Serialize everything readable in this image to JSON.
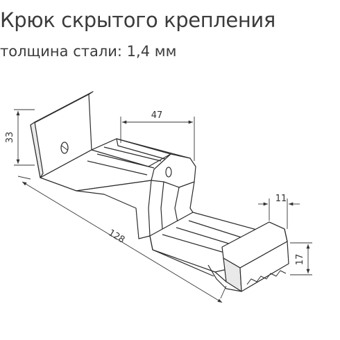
{
  "header": {
    "title": "Крюк скрытого крепления",
    "subtitle": "толщина стали: 1,4 мм"
  },
  "dimensions": {
    "height_back": "33",
    "width_top": "47",
    "length_total": "128",
    "tip_width": "11",
    "tip_height": "17"
  },
  "colors": {
    "stroke": "#2b2b2b",
    "dimension_line": "#333333",
    "metal_fill": "#ffffff",
    "shade_fill": "#e9e9e9"
  }
}
